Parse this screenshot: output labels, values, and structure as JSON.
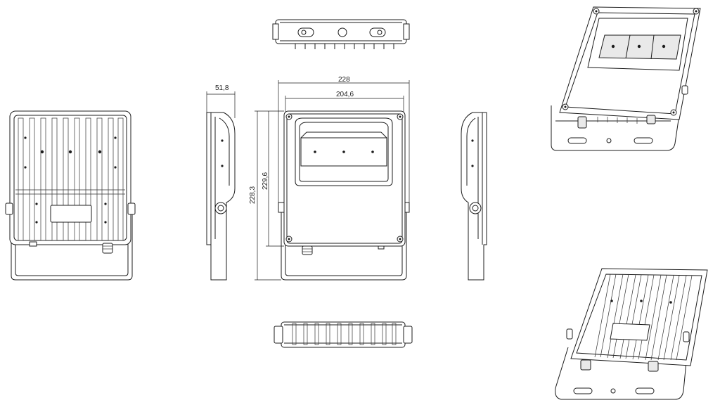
{
  "dimensions": {
    "overall_width": "228",
    "inner_width": "204,6",
    "depth": "51,8",
    "height_with_bracket": "229,6",
    "body_height": "228,3"
  }
}
